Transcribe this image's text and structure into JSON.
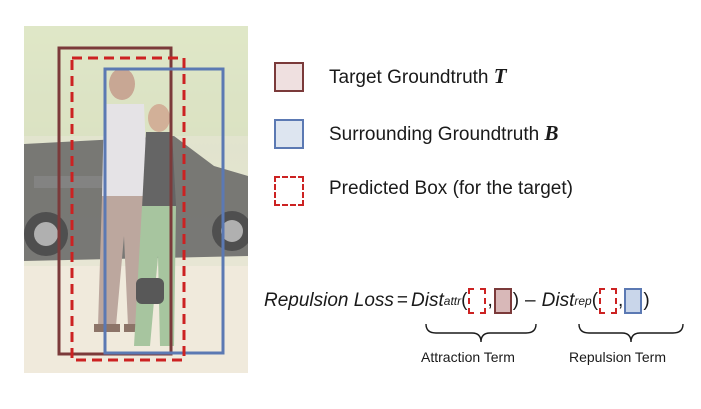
{
  "legend": [
    {
      "label": "Target Groundtruth",
      "symbol": "T",
      "style": "target"
    },
    {
      "label": "Surrounding Groundtruth",
      "symbol": "B",
      "style": "surround"
    },
    {
      "label": "Predicted Box (for the target)",
      "symbol": "",
      "style": "predicted"
    }
  ],
  "formula": {
    "lhs": "Repulsion Loss",
    "equals": "=",
    "dist_attr_base": "Dist",
    "dist_attr_sub": "attr",
    "minus": "–",
    "dist_rep_base": "Dist",
    "dist_rep_sub": "rep",
    "open_paren": "(",
    "comma": ",",
    "close_paren": ")"
  },
  "terms": {
    "attraction": "Attraction Term",
    "repulsion": "Repulsion Term"
  },
  "colors": {
    "target_box": "#7b3a3a",
    "surrounding_box": "#5b79b3",
    "predicted_box": "#cc2222"
  }
}
